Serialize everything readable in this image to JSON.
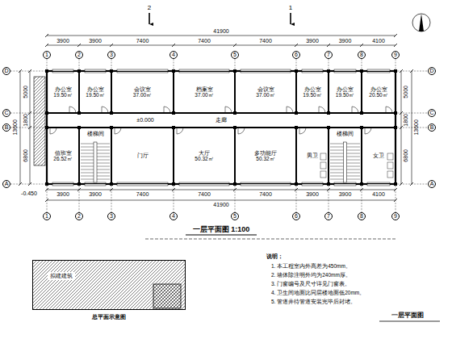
{
  "diagram": {
    "title": "一层平面图 1:100",
    "nodes": [
      {
        "text": [
          "办公室",
          "19.50㎡"
        ]
      },
      {
        "text": [
          "办公室",
          "19.50㎡"
        ]
      },
      {
        "text": [
          "会议室",
          "37.00㎡"
        ]
      },
      {
        "text": [
          "档案室",
          "37.00㎡"
        ]
      },
      {
        "text": [
          "会议室",
          "37.00㎡"
        ]
      },
      {
        "text": [
          "办公室",
          "19.50㎡"
        ]
      },
      {
        "text": [
          "办公室",
          "19.50㎡"
        ]
      },
      {
        "text": [
          "办公室",
          "20.50㎡"
        ]
      },
      {
        "text": [
          "走廊"
        ]
      },
      {
        "text": [
          "值班室",
          "26.52㎡"
        ]
      },
      {
        "text": [
          "楼梯间"
        ]
      },
      {
        "text": [
          "门厅"
        ]
      },
      {
        "text": [
          "大厅",
          "50.32㎡"
        ]
      },
      {
        "text": [
          "多功能厅",
          "50.32㎡"
        ]
      },
      {
        "text": [
          "男卫"
        ]
      },
      {
        "text": [
          "楼梯间"
        ]
      },
      {
        "text": [
          "女卫"
        ]
      },
      {
        "text": [
          "拟建建筑",
          "总平面示意图"
        ]
      },
      {
        "text": [
          "1"
        ]
      },
      {
        "text": [
          "2"
        ]
      },
      {
        "text": [
          "3"
        ]
      },
      {
        "text": [
          "4"
        ]
      },
      {
        "text": [
          "5"
        ]
      },
      {
        "text": [
          "6"
        ]
      },
      {
        "text": [
          "7"
        ]
      },
      {
        "text": [
          "8"
        ]
      },
      {
        "text": [
          "9"
        ]
      },
      {
        "text": [
          "1"
        ]
      },
      {
        "text": [
          "2"
        ]
      },
      {
        "text": [
          "3"
        ]
      },
      {
        "text": [
          "4"
        ]
      },
      {
        "text": [
          "5"
        ]
      },
      {
        "text": [
          "6"
        ]
      },
      {
        "text": [
          "7"
        ]
      },
      {
        "text": [
          "8"
        ]
      },
      {
        "text": [
          "9"
        ]
      },
      {
        "text": [
          "A"
        ]
      },
      {
        "text": [
          "B"
        ]
      },
      {
        "text": [
          "C"
        ]
      },
      {
        "text": [
          "D"
        ]
      },
      {
        "text": [
          "A"
        ]
      },
      {
        "text": [
          "B"
        ]
      },
      {
        "text": [
          "C"
        ]
      },
      {
        "text": [
          "D"
        ]
      }
    ],
    "labels": [
      "41900",
      "3900",
      "3900",
      "7400",
      "7400",
      "7400",
      "3900",
      "3900",
      "4100",
      "41900",
      "3900",
      "3900",
      "7400",
      "7400",
      "7400",
      "3900",
      "3900",
      "4100",
      "5000",
      "1800",
      "6800",
      "13600",
      "5000",
      "1800",
      "6800",
      "13600",
      "2",
      "1",
      "±0.000",
      "-0.450",
      "说明：",
      "1. 本工程室内外高差为450mm。",
      "2. 墙体除注明外均为240mm厚。",
      "3. 门窗编号及尺寸详见门窗表。",
      "4. 卫生间地面比同层楼地面低20mm。",
      "5. 管道井待管道安装完毕后封堵。",
      "一层平面图"
    ]
  }
}
